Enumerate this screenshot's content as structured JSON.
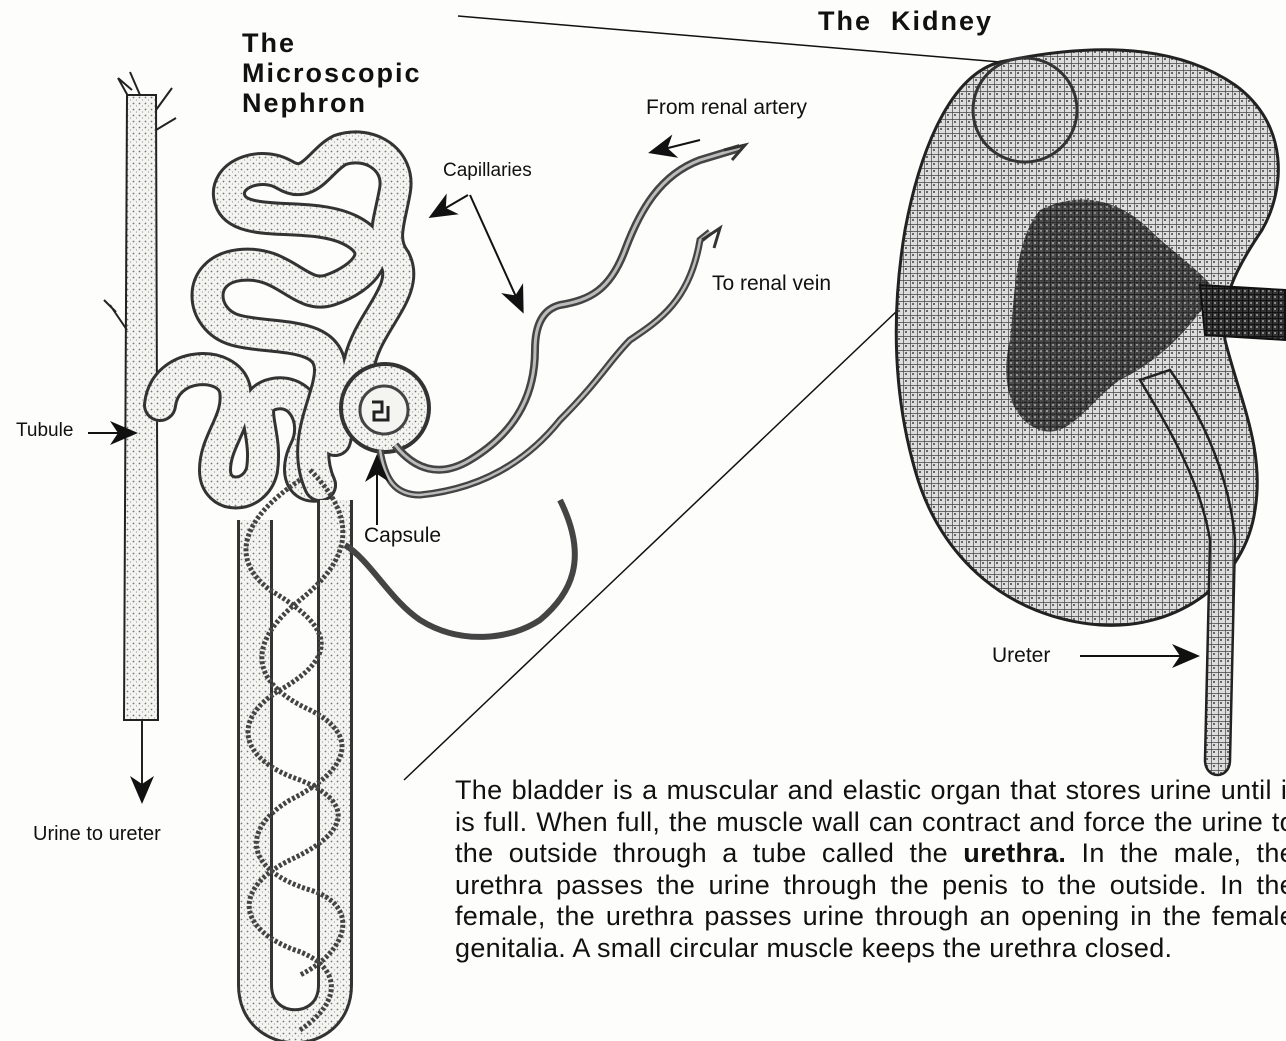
{
  "nephron_title": {
    "line1": "The",
    "line2": "Microscopic",
    "line3": "Nephron"
  },
  "kidney_title": "The  Kidney",
  "labels": {
    "from_renal_artery": "From renal artery",
    "capillaries": "Capillaries",
    "to_renal_vein": "To renal vein",
    "tubule": "Tubule",
    "capsule": "Capsule",
    "urine_to_ureter": "Urine to ureter",
    "ureter": "Ureter"
  },
  "paragraph": {
    "part1": "The bladder is a muscular and elastic organ that stores urine until it is full.   When full, the muscle wall can contract and force the urine to the outside through a tube called the ",
    "bold_term": "urethra.",
    "part2": "  In the male, the urethra passes the urine through the penis to the outside.  In the female, the urethra passes urine through an opening in the female genitalia.  A small circular muscle keeps the urethra closed."
  }
}
